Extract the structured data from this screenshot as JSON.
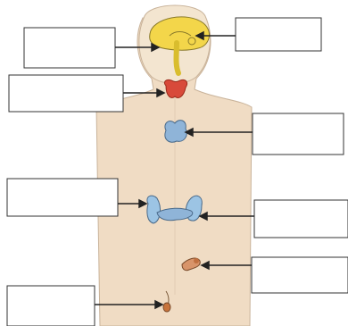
{
  "diagram": {
    "subject": "endocrine-system",
    "colors": {
      "skin": "#f0dcc4",
      "skin_outline": "#c9b39a",
      "brain": "#f3d64a",
      "thyroid": "#d84a3a",
      "thymus": "#8fb4d8",
      "pancreas": "#8fb4d8",
      "adrenal_kidney": "#9cc4e4",
      "ovary": "#d8946a",
      "testis": "#c8743c",
      "line": "#222222"
    },
    "organs": [
      "brain",
      "pituitary",
      "thyroid",
      "thymus",
      "adrenal-glands",
      "pancreas",
      "ovary",
      "testis"
    ],
    "labels": [
      {
        "id": "label-1",
        "text": ""
      },
      {
        "id": "label-2",
        "text": ""
      },
      {
        "id": "label-3",
        "text": ""
      },
      {
        "id": "label-4",
        "text": ""
      },
      {
        "id": "label-5",
        "text": ""
      },
      {
        "id": "label-6",
        "text": ""
      },
      {
        "id": "label-7",
        "text": ""
      },
      {
        "id": "label-8",
        "text": ""
      }
    ]
  }
}
